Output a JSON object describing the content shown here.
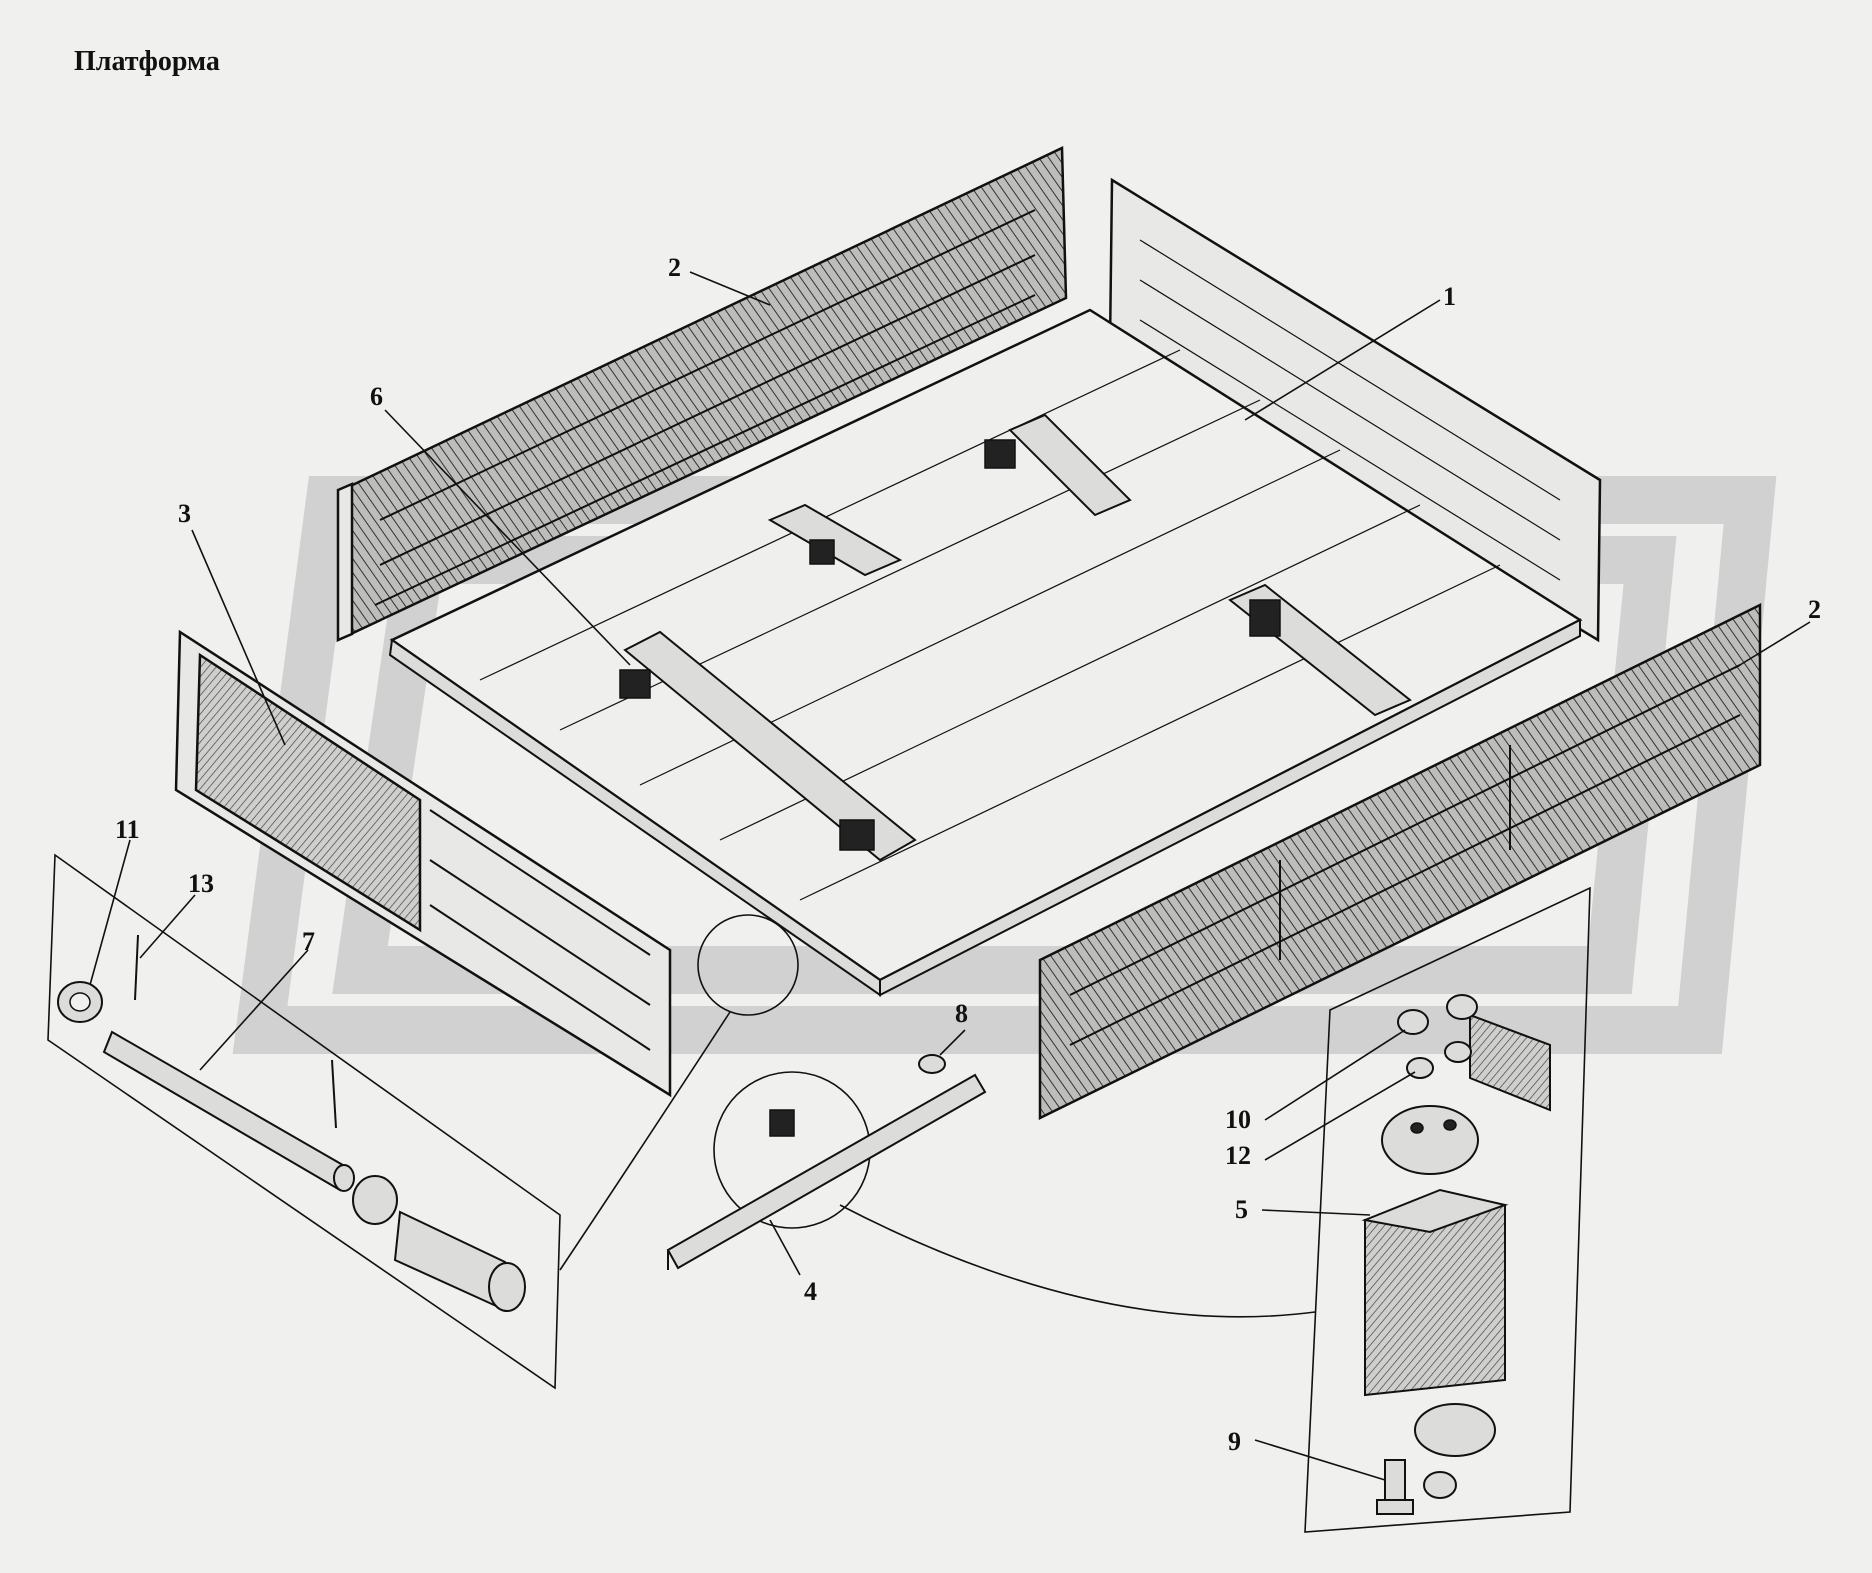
{
  "page": {
    "title": "Платформа"
  },
  "callouts": [
    {
      "id": "1",
      "label": "1"
    },
    {
      "id": "2a",
      "label": "2"
    },
    {
      "id": "2b",
      "label": "2"
    },
    {
      "id": "3",
      "label": "3"
    },
    {
      "id": "4",
      "label": "4"
    },
    {
      "id": "5",
      "label": "5"
    },
    {
      "id": "6",
      "label": "6"
    },
    {
      "id": "7",
      "label": "7"
    },
    {
      "id": "8",
      "label": "8"
    },
    {
      "id": "9",
      "label": "9"
    },
    {
      "id": "10",
      "label": "10"
    },
    {
      "id": "11",
      "label": "11"
    },
    {
      "id": "12",
      "label": "12"
    },
    {
      "id": "13",
      "label": "13"
    }
  ],
  "colors": {
    "ink": "#111111",
    "paper": "#f0f0ee",
    "watermark": "#c9c9c9"
  }
}
